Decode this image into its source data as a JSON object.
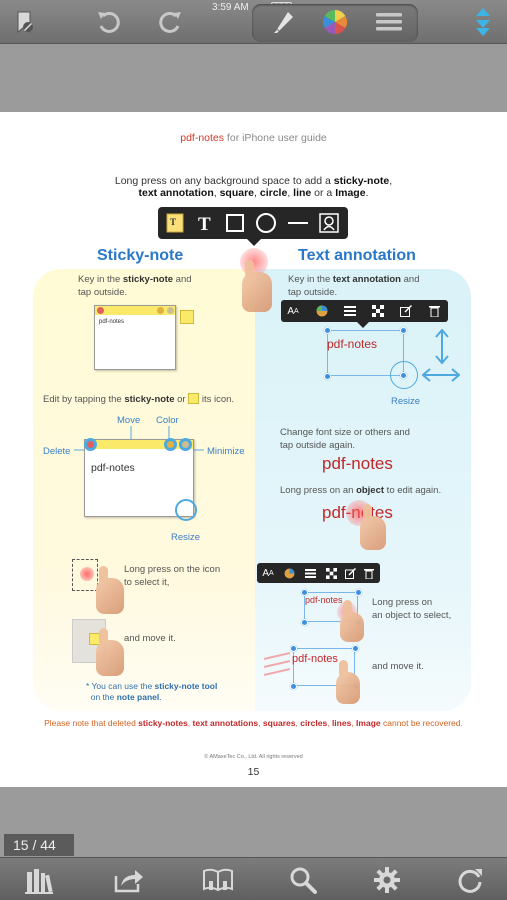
{
  "status": {
    "time": "3:59 AM",
    "battery": "100"
  },
  "toolbar": {
    "icons": [
      "bookmark-off-icon",
      "undo-icon",
      "redo-icon",
      "pen-icon",
      "color-wheel-icon",
      "menu-icon",
      "scroll-arrows-icon"
    ]
  },
  "page": {
    "header_brand": "pdf-notes",
    "header_rest": " for iPhone user guide",
    "intro_line1_pre": "Long press on any background space to add a ",
    "intro_sticky": "sticky-note",
    "intro_comma": ",",
    "intro_text": "text annotation",
    "intro_sep1": ", ",
    "intro_square": "square",
    "intro_sep2": ", ",
    "intro_circle": "circle",
    "intro_sep3": ", ",
    "intro_line": "line",
    "intro_or": " or a ",
    "intro_image": "Image",
    "intro_end": ".",
    "sticky_heading": "Sticky-note",
    "text_heading": "Text annotation",
    "key_in": "Key in the ",
    "sticky_note": "sticky-note",
    "and": " and",
    "tap_outside": "tap outside.",
    "text_annotation": "text annotation",
    "and2": " and",
    "tap_outside2": "tap outside.",
    "edit_pre": "Edit by tapping the ",
    "edit_sticky": "sticky-note",
    "edit_or": " or ",
    "edit_post": " its icon.",
    "label_move": "Move",
    "label_color": "Color",
    "label_delete": "Delete",
    "label_minimize": "Minimize",
    "label_resize": "Resize",
    "label_resize2": "Resize",
    "note_text": "pdf-notes",
    "note_text_small": "pdf-notes",
    "ann_text": "pdf-notes",
    "change_font_1": "Change font size or others and",
    "change_font_2": "tap outside again.",
    "red_text_1": "pdf-notes",
    "long_press_obj_pre": "Long press on an ",
    "long_press_obj_b": "object",
    "long_press_obj_post": " to edit again.",
    "red_text_2": "pdf-notes",
    "lp_icon_1": "Long press on the icon",
    "lp_icon_2": "to select it,",
    "move_it": "and move it.",
    "lp_obj_1": "Long press on",
    "lp_obj_2": "an object to select,",
    "move_it2": "and move it.",
    "tool_note_1": "* You can use the ",
    "tool_note_b": "sticky-note tool",
    "tool_note_2": "on the ",
    "tool_note_b2": "note panel",
    "tool_note_3": ".",
    "small_pdf_1": "pdf-notes",
    "small_pdf_2": "pdf-notes",
    "warn_pre": "Please note that deleted ",
    "warn_b1": "sticky-notes",
    "warn_s1": ", ",
    "warn_b2": "text annotations",
    "warn_s2": ", ",
    "warn_b3": "squares",
    "warn_s3": ", ",
    "warn_b4": "circles",
    "warn_s4": ", ",
    "warn_b5": "lines",
    "warn_s5": ", ",
    "warn_b6": "Image",
    "warn_post": " cannot be recovered.",
    "copyright": "© AMaxeTec Co., Ltd. All rights reserved",
    "page_number": "15"
  },
  "pager": {
    "label": "15 / 44"
  },
  "bottombar": {
    "icons": [
      "library-icon",
      "share-icon",
      "bookmarks-icon",
      "search-icon",
      "settings-icon",
      "refresh-icon"
    ]
  },
  "colors": {
    "accent_red": "#c0282a",
    "heading_blue": "#2a78c8",
    "sticky_bg": "#fff9df",
    "annotation_bg": "#e6f6fa"
  }
}
